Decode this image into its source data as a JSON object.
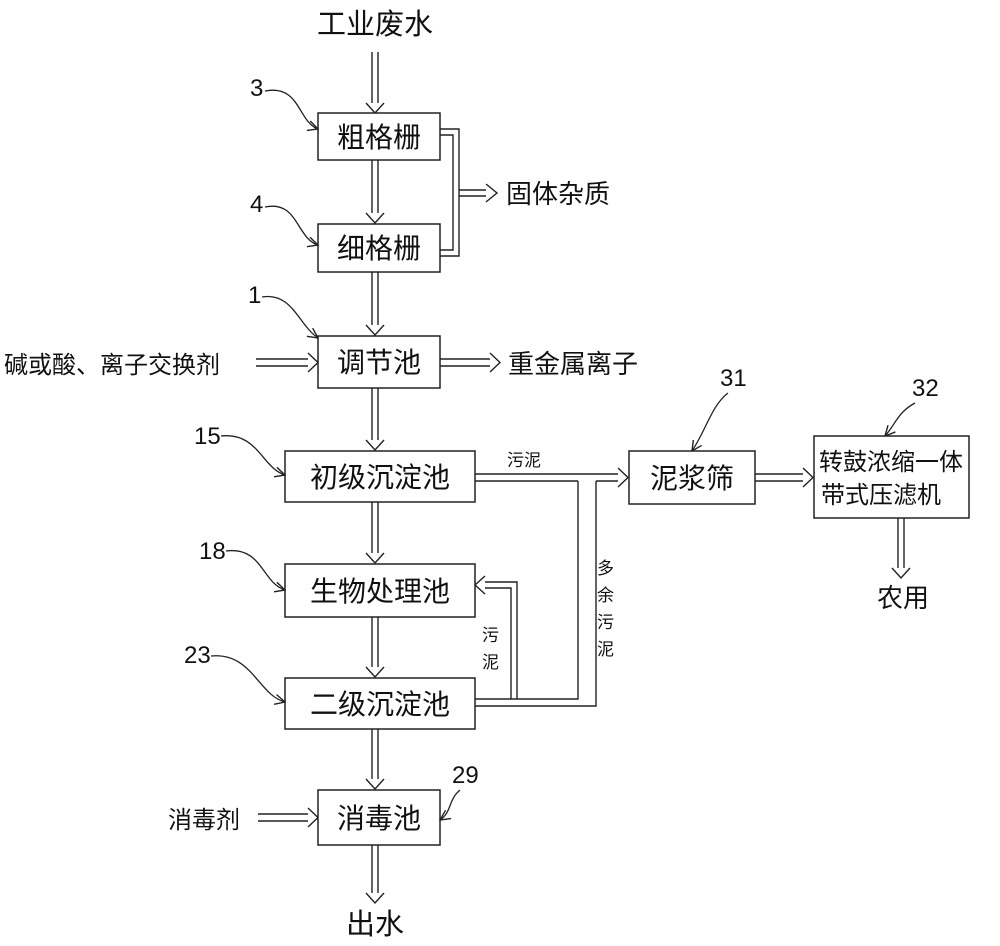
{
  "nodes": {
    "coarse_grid": {
      "label": "粗格栅",
      "ref": "3"
    },
    "fine_grid": {
      "label": "细格栅",
      "ref": "4"
    },
    "regulating_tank": {
      "label": "调节池",
      "ref": "1"
    },
    "primary_sedimentation": {
      "label": "初级沉淀池",
      "ref": "15"
    },
    "biological_tank": {
      "label": "生物处理池",
      "ref": "18"
    },
    "secondary_sedimentation": {
      "label": "二级沉淀池",
      "ref": "23"
    },
    "disinfection_tank": {
      "label": "消毒池",
      "ref": "29"
    },
    "sludge_screen": {
      "label": "泥浆筛",
      "ref": "31"
    },
    "belt_press": {
      "label_line1": "转鼓浓缩一体",
      "label_line2": "带式压滤机",
      "ref": "32"
    }
  },
  "external": {
    "industrial_wastewater": "工业废水",
    "solid_impurities": "固体杂质",
    "alkali_acid_ion_exchanger": "碱或酸、离子交换剂",
    "heavy_metal_ions": "重金属离子",
    "disinfectant": "消毒剂",
    "effluent": "出水",
    "agricultural_use": "农用"
  },
  "edge_labels": {
    "sludge": "污泥",
    "excess_sludge": [
      "多",
      "余",
      "污",
      "泥"
    ],
    "return_sludge": [
      "污",
      "泥"
    ]
  },
  "colors": {
    "line": "#222222",
    "text": "#111111",
    "background": "#ffffff"
  }
}
